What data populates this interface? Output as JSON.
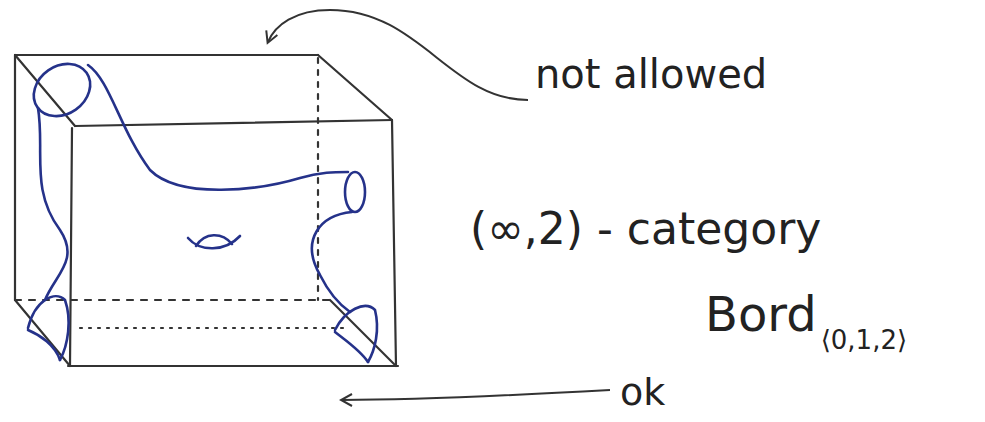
{
  "diagram": {
    "labels": [
      "not allowed",
      "(∞,2) - category",
      "Bord",
      "⟨0,1,2⟩",
      "ok"
    ]
  }
}
